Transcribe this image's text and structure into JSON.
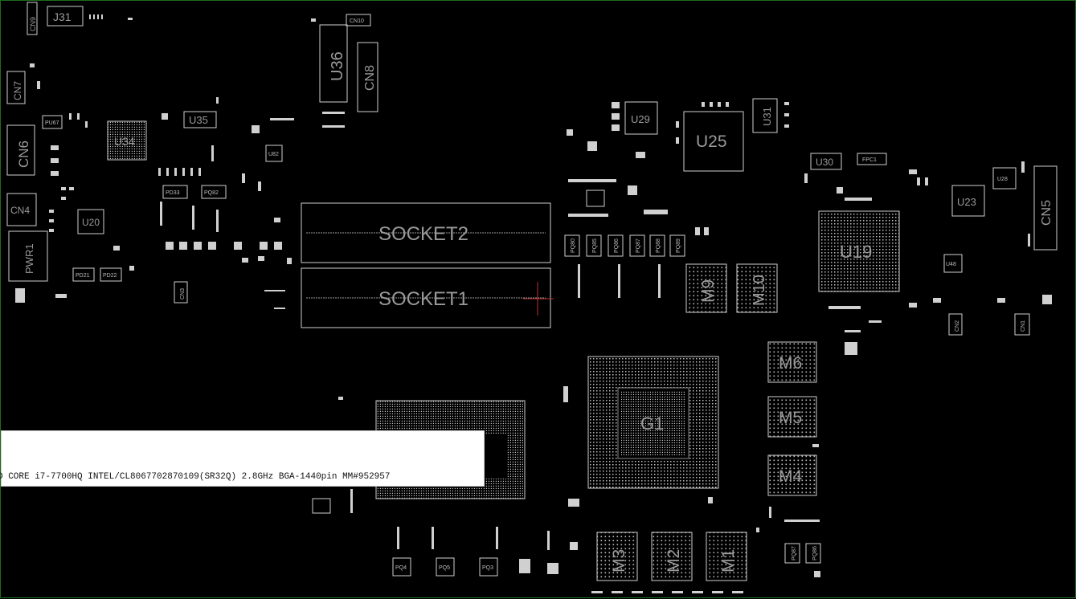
{
  "title": "",
  "components": {
    "sockets": [
      "SOCKET2",
      "SOCKET1"
    ],
    "gpu": "G1",
    "pch": "U19",
    "memory": [
      "M9",
      "M10",
      "M6",
      "M5",
      "M4",
      "M3",
      "M2",
      "M1"
    ],
    "ics": [
      "U34",
      "U35",
      "U20",
      "U36",
      "U29",
      "U25",
      "U31",
      "U30",
      "U28",
      "U23",
      "U48"
    ],
    "connectors": [
      "J31",
      "CN9",
      "CN7",
      "CN6",
      "CN4",
      "PWR1",
      "CN3",
      "CN10",
      "CN8",
      "FPC1",
      "CN5",
      "CN2",
      "CN1"
    ],
    "small_parts": [
      "PU67",
      "PD33",
      "PQ82",
      "U82",
      "PD21",
      "PD22",
      "PQ80",
      "PQ85",
      "PQ86",
      "PQ87",
      "PQ88",
      "PQ89",
      "PQ4",
      "PQ5",
      "PQ3",
      "PQ87",
      "PQ86"
    ]
  },
  "tooltip": {
    "text": "D CORE i7-7700HQ INTEL/CL8067702870109(SR32Q) 2.8GHz BGA-1440pin  MM#952957"
  },
  "colors": {
    "background": "#000000",
    "outline": "#cfcfcf",
    "label": "#9a9a9a",
    "frame": "#1e6b1e"
  }
}
